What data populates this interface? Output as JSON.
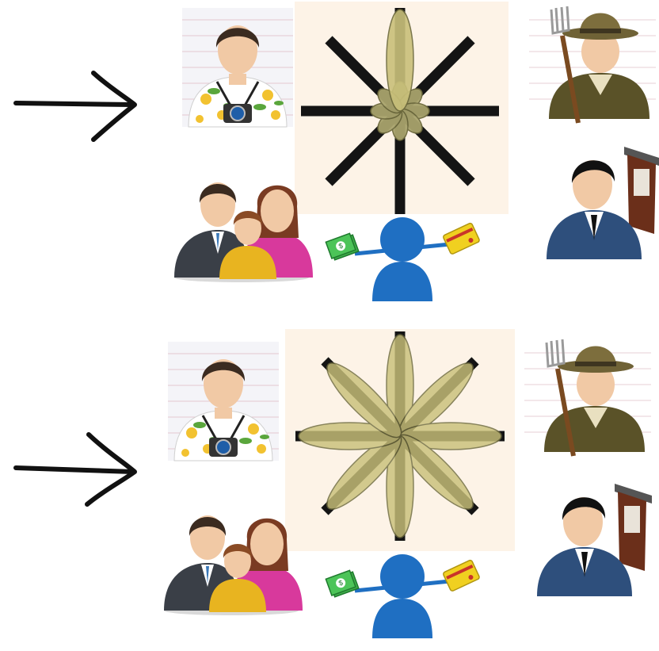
{
  "panels": [
    {
      "id": "top",
      "star": {
        "spokes": 8,
        "petals": 8,
        "highlight": "vertical-up"
      },
      "figures": [
        "tourist-icon",
        "family-icon",
        "consumer-icon",
        "farmer-icon",
        "politician-icon"
      ]
    },
    {
      "id": "bottom",
      "star": {
        "spokes": 8,
        "petals": 8,
        "highlight": "all-equal"
      },
      "figures": [
        "tourist-icon",
        "family-icon",
        "consumer-icon",
        "farmer-icon",
        "politician-icon"
      ]
    }
  ],
  "colors": {
    "spoke": "#141414",
    "petal_fill": "#c9c07a",
    "petal_fill_small": "#a8a36c",
    "petal_stroke": "#6d6a3d",
    "background_tint": "#fdf3e7",
    "consumer": "#1f6fc2",
    "skin": "#f1c9a5",
    "hair": "#3b2b20",
    "suit_dark": "#3a3f47",
    "suit_blue": "#2e4f7c",
    "farmer_hat": "#6f6236",
    "farmer_coat": "#5a5228",
    "family_magenta": "#d8399c",
    "family_yellow": "#e8b420",
    "money_green": "#3fae49",
    "card_yellow": "#f0d020",
    "camera": "#333333"
  }
}
